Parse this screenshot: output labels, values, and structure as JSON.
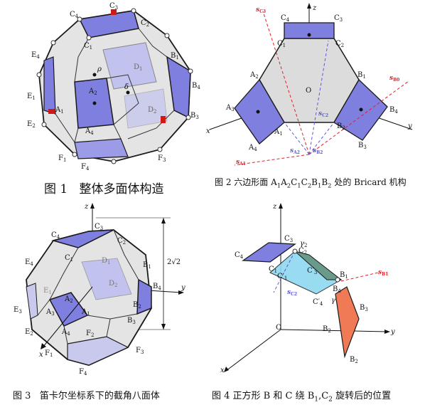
{
  "colors": {
    "square_face": "#7f7fe0",
    "square_face_light": "#c2c2ee",
    "hex_face": "#dcdcdc",
    "edge": "#1a1a1a",
    "hinge_red": "#d01818",
    "axis_red": "#e0202a",
    "axis_blue": "#5a5ad8",
    "rotated_orange": "#f07a55",
    "rotated_cyan": "#8fd8f0"
  },
  "fig1": {
    "caption_num": "图 1",
    "caption_text": "整体多面体构造",
    "labels": {
      "C1": "C",
      "C1s": "1",
      "C2": "C",
      "C2s": "2",
      "C3": "C",
      "C3s": "3",
      "C4": "C",
      "C4s": "4",
      "B1": "B",
      "B1s": "1",
      "B4": "B",
      "B4s": "4",
      "B3": "B",
      "B3s": "3",
      "E1": "E",
      "E1s": "1",
      "E2": "E",
      "E2s": "2",
      "E4": "E",
      "E4s": "4",
      "A1": "A",
      "A1s": "1",
      "A2": "A",
      "A2s": "2",
      "A4": "A",
      "A4s": "4",
      "F1": "F",
      "F1s": "1",
      "F3": "F",
      "F3s": "3",
      "F4": "F",
      "F4s": "4",
      "D1": "D",
      "D1s": "1",
      "D2": "D",
      "D2s": "2",
      "rho": "ρ",
      "delta": "δ"
    }
  },
  "fig2": {
    "caption_prefix": "图 2  六边形面 A",
    "caption_s1": "1",
    "caption_m1": "A",
    "caption_s2": "2",
    "caption_m2": "C",
    "caption_s3": "1",
    "caption_m3": "C",
    "caption_s4": "2",
    "caption_m4": "B",
    "caption_s5": "1",
    "caption_m5": "B",
    "caption_s6": "2",
    "caption_suffix": " 处的 Bricard 机构",
    "labels": {
      "z": "z",
      "x": "x",
      "y": "y",
      "O": "O",
      "sC3": "s",
      "sC3s": "C3",
      "sB0": "s",
      "sB0s": "B0",
      "sA1": "s",
      "sA1s": "A1",
      "sA2": "s",
      "sA2s": "A2",
      "sB2": "s",
      "sB2s": "B2",
      "sC2": "s",
      "sC2s": "C2",
      "C4": "C",
      "C4s": "4",
      "C3": "C",
      "C3s": "3",
      "C1": "C",
      "C1s": "1",
      "C2": "C",
      "C2s": "2",
      "A1": "A",
      "A1s": "1",
      "A2": "A",
      "A2s": "2",
      "A3": "A",
      "A3s": "3",
      "A4": "A",
      "A4s": "4",
      "B1": "B",
      "B1s": "1",
      "B2": "B",
      "B2s": "2",
      "B3": "B",
      "B3s": "3",
      "B4": "B",
      "B4s": "4"
    }
  },
  "fig3": {
    "caption_num": "图 3",
    "caption_text": "笛卡尔坐标系下的截角八面体",
    "dim_label": "2√2",
    "labels": {
      "z": "z",
      "x": "x",
      "y": "y",
      "C4": "C",
      "C4s": "4",
      "C3": "C",
      "C3s": "3",
      "C2": "C",
      "C2s": "2",
      "C1": "C",
      "C1s": "1",
      "E4": "E",
      "E4s": "4",
      "E1": "E",
      "E1s": "1",
      "E3": "E",
      "E3s": "3",
      "E2": "E",
      "E2s": "2",
      "A1": "A",
      "A1s": "1",
      "A2": "A",
      "A2s": "2",
      "A3": "A",
      "A3s": "3",
      "A4": "A",
      "A4s": "4",
      "B1": "B",
      "B1s": "1",
      "B2": "B",
      "B2s": "2",
      "B3": "B",
      "B3s": "3",
      "B4": "B",
      "B4s": "4",
      "D1": "D",
      "D1s": "1",
      "D2": "D",
      "D2s": "2",
      "F1": "F",
      "F1s": "1",
      "F2": "F",
      "F2s": "2",
      "F3": "F",
      "F3s": "3",
      "F4": "F",
      "F4s": "4"
    }
  },
  "fig4": {
    "caption_prefix": "图 4    正方形 B 和 C 绕 B",
    "caption_s1": "1",
    "caption_m1": ",C",
    "caption_s2": "2",
    "caption_suffix": " 旋转后的位置",
    "labels": {
      "z": "z",
      "x": "x",
      "y": "y",
      "O": "O",
      "C3": "C",
      "C3s": "3",
      "C4": "C",
      "C4s": "4",
      "C1": "C",
      "C1s": "1",
      "C2": "C",
      "C2s": "2",
      "C1p": "C′",
      "C1ps": "1",
      "C4p": "C′",
      "C4ps": "4",
      "C3p": "C′",
      "C3ps": "3",
      "B1": "B",
      "B1s": "1",
      "B3": "B",
      "B3s": "3",
      "B4": "B",
      "B4s": "4",
      "B2": "B",
      "B2s": "2",
      "sC2": "s",
      "sC2s": "C2",
      "sB1": "s",
      "sB1s": "B1",
      "gamma": "γ",
      "gamma2": "γ",
      "gamma2s": "2"
    }
  }
}
